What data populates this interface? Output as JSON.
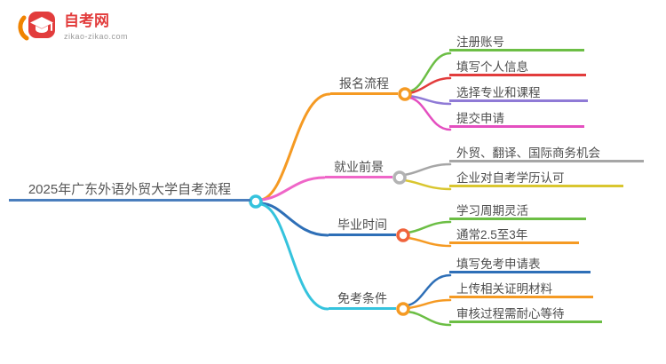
{
  "logo": {
    "title": "自考网",
    "subtitle": "zikao-zikao.com"
  },
  "mindmap": {
    "root": {
      "label": "2025年广东外语外贸大学自考流程",
      "color": "#4a7ebd",
      "hub_color": "#35c3dd"
    },
    "branches": [
      {
        "label": "报名流程",
        "color": "#f59a23",
        "hub_color": "#f59a23",
        "children": [
          {
            "label": "注册账号",
            "color": "#6cbe45"
          },
          {
            "label": "填写个人信息",
            "color": "#e23c3c"
          },
          {
            "label": "选择专业和课程",
            "color": "#8f7ad6"
          },
          {
            "label": "提交申请",
            "color": "#e44fc0"
          }
        ]
      },
      {
        "label": "就业前景",
        "color": "#ef66c8",
        "hub_color": "#b3b3b3",
        "children": [
          {
            "label": "外贸、翻译、国际商务机会",
            "color": "#a6a6a6"
          },
          {
            "label": "企业对自考学历认可",
            "color": "#d9c62f"
          }
        ]
      },
      {
        "label": "毕业时间",
        "color": "#2e6fb7",
        "hub_color": "#f0633c",
        "children": [
          {
            "label": "学习周期灵活",
            "color": "#6cbe45"
          },
          {
            "label": "通常2.5至3年",
            "color": "#f59a23"
          }
        ]
      },
      {
        "label": "免考条件",
        "color": "#35c3dd",
        "hub_color": "#f59a23",
        "children": [
          {
            "label": "填写免考申请表",
            "color": "#2e6fb7"
          },
          {
            "label": "上传相关证明材料",
            "color": "#f59a23"
          },
          {
            "label": "审核过程需耐心等待",
            "color": "#6cbe45"
          }
        ]
      }
    ]
  }
}
